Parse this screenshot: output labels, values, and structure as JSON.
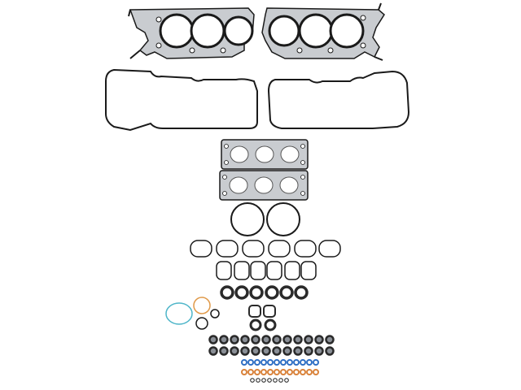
{
  "image": {
    "subject": "engine-head-gasket-set",
    "colors": {
      "background": "#ffffff",
      "outline": "#1a1a1a",
      "steel": "#c9ccd0",
      "steel_dark": "#8a8f96",
      "seal_black": "#2a2a2a",
      "seal_blue": "#2f6fc4",
      "seal_orange": "#d9823a",
      "oring_cyan": "#4fb6c9",
      "oring_orange": "#e09a4a"
    },
    "counts": {
      "head_gaskets": 2,
      "valve_cover_gaskets": 2,
      "exhaust_manifold_gaskets": 2,
      "large_o_rings": 2,
      "valve_stem_seals": 24,
      "fuel_injector_seals": 12
    }
  }
}
